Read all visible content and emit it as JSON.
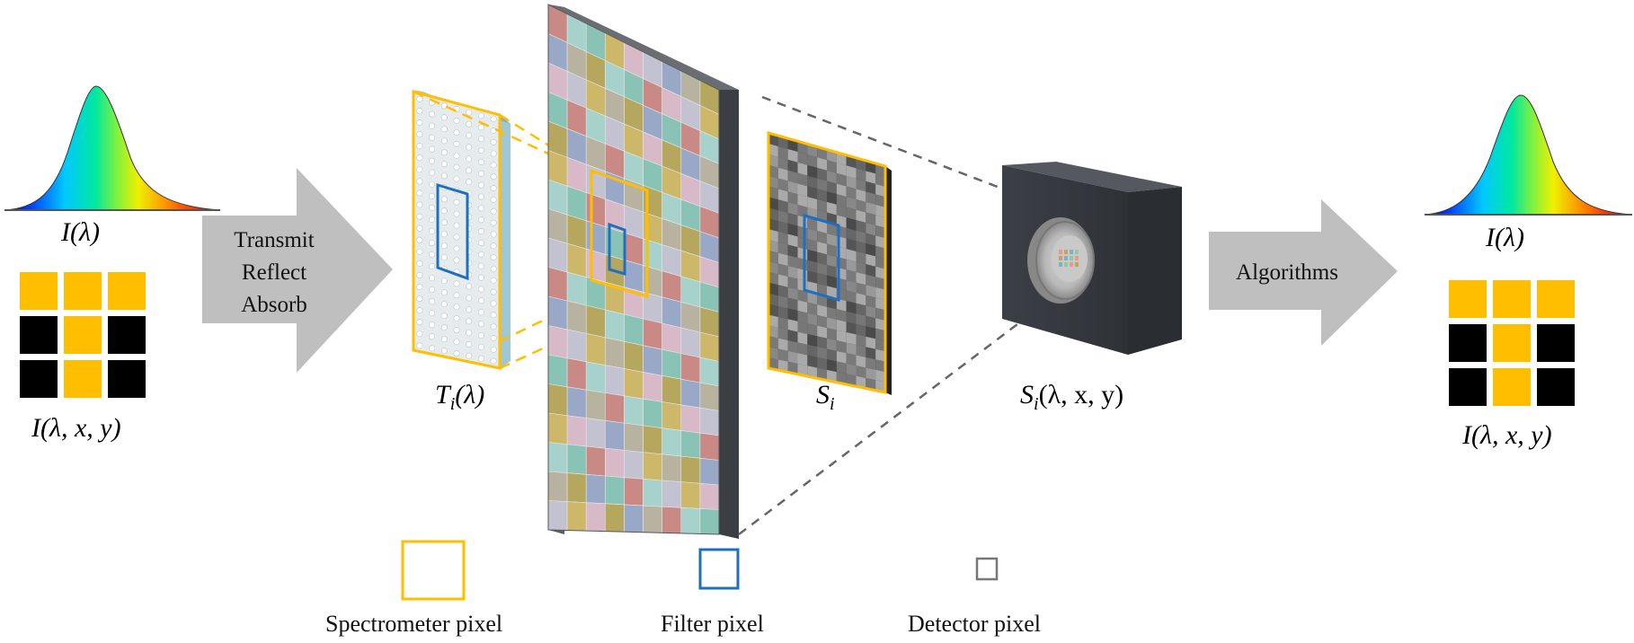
{
  "input": {
    "spectrum_label": "I(λ)",
    "image_label": "I(λ, x, y)",
    "pattern": [
      1,
      1,
      1,
      0,
      1,
      0,
      0,
      1,
      0
    ]
  },
  "arrow_left": {
    "lines": [
      "Transmit",
      "Reflect",
      "Absorb"
    ]
  },
  "filter_label": "T",
  "filter_label_sub": "i",
  "filter_label_rest": "(λ)",
  "sensor_label": "S",
  "sensor_label_sub": "i",
  "camera_label": "S",
  "camera_label_sub": "i",
  "camera_label_rest": "(λ, x, y)",
  "arrow_right": {
    "label": "Algorithms"
  },
  "output": {
    "spectrum_label": "I(λ)",
    "image_label": "I(λ, x, y)",
    "pattern": [
      1,
      1,
      1,
      0,
      1,
      0,
      0,
      1,
      0
    ]
  },
  "legend": {
    "spectrometer": "Spectrometer pixel",
    "filter": "Filter pixel",
    "detector": "Detector pixel"
  },
  "colors": {
    "yellow": "#FFBE00",
    "blue": "#1F6FC0",
    "gray_arrow": "#BFBFBF",
    "black": "#000000"
  }
}
